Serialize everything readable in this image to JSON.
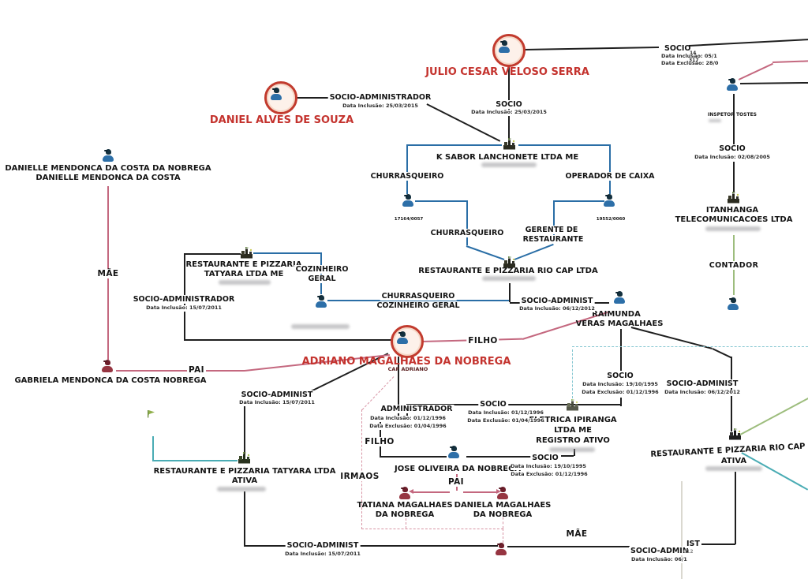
{
  "nodes": {
    "danielle": {
      "line1": "DANIELLE MENDONCA DA COSTA DA NOBREGA",
      "line2": "DANIELLE MENDONCA DA COSTA"
    },
    "julio": {
      "name": "JULIO CESAR VELOSO SERRA"
    },
    "daniel": {
      "name": "DANIEL ALVES DE SOUZA"
    },
    "adriano": {
      "name": "ADRIANO MAGALHAES DA NOBREGA",
      "tag": "CAP ADRIANO"
    },
    "gabriela": {
      "name": "GABRIELA MENDONCA DA COSTA NOBREGA"
    },
    "raimunda": {
      "line1": "RAIMUNDA",
      "line2": "VERAS MAGALHAES"
    },
    "jose": {
      "name": "JOSE OLIVEIRA DA NOBREGA"
    },
    "tatiana": {
      "line1": "TATIANA MAGALHAES",
      "line2": "DA NOBREGA"
    },
    "daniela": {
      "line1": "DANIELA MAGALHAES",
      "line2": "DA NOBREGA"
    },
    "inspetor": {
      "name": "INSPETOR TOSTES"
    },
    "worker1": {
      "code": "17164/0057"
    },
    "worker2": {
      "code": "19552/0060"
    },
    "ksabor": {
      "name": "K SABOR LANCHONETE LTDA ME"
    },
    "riocap": {
      "name": "RESTAURANTE E PIZZARIA RIO CAP LTDA"
    },
    "tatyara_me": {
      "line1": "RESTAURANTE E PIZZARIA",
      "line2": "TATYARA LTDA ME"
    },
    "tatyara_ativa": {
      "line1": "RESTAURANTE E PIZZARIA TATYARA LTDA",
      "line2": "ATIVA"
    },
    "eletrica": {
      "line1": "ELETRICA IPIRANGA",
      "line2": "LTDA ME",
      "line3": "REGISTRO ATIVO"
    },
    "itanhanga": {
      "line1": "ITANHANGA",
      "line2": "TELECOMUNICACOES LTDA"
    },
    "riocap_ativa": {
      "line1": "RESTAURANTE E PIZZARIA RIO CAP LTDA",
      "line2": "ATIVA"
    }
  },
  "edges": {
    "julio_right": {
      "label": "SOCIO",
      "inc": "Data Inclusão: 05/1",
      "frag1": "14",
      "exc": "Data Exclusão: 28/0",
      "frag2": "317"
    },
    "julio_ksabor": {
      "label": "SOCIO",
      "inc": "Data Inclusão: 25/03/2015"
    },
    "daniel_ksabor": {
      "label": "SOCIO-ADMINISTRADOR",
      "inc": "Data Inclusão: 25/03/2015"
    },
    "ksabor_w1": {
      "label": "CHURRASQUEIRO"
    },
    "ksabor_w2": {
      "label": "OPERADOR DE CAIXA"
    },
    "w1_riocap": {
      "label": "CHURRASQUEIRO"
    },
    "w2_riocap": {
      "line1": "GERENTE DE",
      "line2": "RESTAURANTE"
    },
    "tatyara_cozinheiro": {
      "line1": "COZINHEIRO",
      "line2": "GERAL"
    },
    "coz_riocap": {
      "line1": "CHURRASQUEIRO",
      "line2": "COZINHEIRO GERAL"
    },
    "riocap_raimunda": {
      "label": "SOCIO-ADMINIST",
      "inc": "Data Inclusão: 06/12/2012"
    },
    "adriano_tatyarame": {
      "label": "SOCIO-ADMINISTRADOR",
      "inc": "Data Inclusão: 15/07/2011"
    },
    "adriano_tatyara_ativa": {
      "label": "SOCIO-ADMINIST",
      "inc": "Data Inclusão: 15/07/2011"
    },
    "adriano_administrador": {
      "label": "ADMINISTRADOR",
      "inc": "Data Inclusão: 01/12/1996",
      "exc": "Data Exclusão: 01/04/1996"
    },
    "adriano_eletrica": {
      "label": "SOCIO",
      "inc": "Data Inclusão: 01/12/1996",
      "exc": "Data Exclusão: 01/04/1996"
    },
    "jose_eletrica": {
      "label": "SOCIO",
      "inc": "Data Inclusão: 19/10/1995",
      "exc": "Data Exclusão: 01/12/1996"
    },
    "raimunda_eletrica": {
      "label": "SOCIO",
      "inc": "Data Inclusão: 19/10/1995",
      "exc": "Data Exclusão: 01/12/1996"
    },
    "raimunda_riocap_ativa": {
      "label": "SOCIO-ADMINIST",
      "inc": "Data Inclusão: 06/12/2012"
    },
    "inspetor_itanhanga": {
      "label": "SOCIO",
      "inc": "Data Inclusão: 02/08/2005"
    },
    "contador": {
      "label": "CONTADOR"
    },
    "bottom_socio": {
      "label": "SOCIO-ADMINIST",
      "inc": "Data Inclusão: 15/07/2011"
    },
    "bottom_right_socio": {
      "label": "SOCIO-ADMIN",
      "label2": "IST",
      "inc": "Data Inclusão: 06/1",
      "frag": "012"
    },
    "mae_left": {
      "label": "MÃE"
    },
    "pai_left": {
      "label": "PAI"
    },
    "filho_right": {
      "label": "FILHO"
    },
    "filho_left": {
      "label": "FILHO"
    },
    "irmaos": {
      "label": "IRMAOS"
    },
    "pai_bottom": {
      "label": "PAI"
    },
    "mae_bottom": {
      "label": "MÃE"
    }
  },
  "colors": {
    "edge_black": "#1f1f1f",
    "edge_blue": "#2a6ea6",
    "edge_pink": "#c4687f",
    "edge_green": "#9dbd7d",
    "edge_teal": "#4aacb4",
    "node_red_ring": "#c23b2e",
    "person_blue": "#2d6fa8",
    "person_maroon": "#963541",
    "name_red": "#c4332e"
  }
}
